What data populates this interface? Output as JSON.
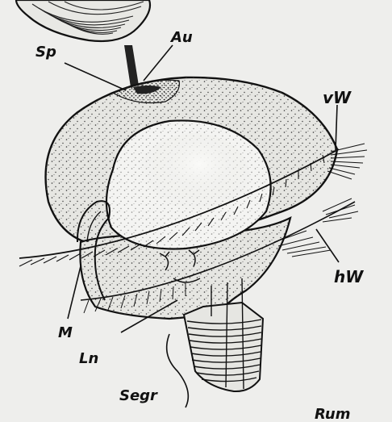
{
  "labels": {
    "sp": "Sp",
    "au": "Au",
    "vw": "vW",
    "hw": "hW",
    "m": "M",
    "ln": "Ln",
    "segr": "Segr",
    "rum": "Rum"
  },
  "colors": {
    "background": "#eeeeec",
    "ink": "#111111",
    "body_fill": "#e4e4e0"
  }
}
